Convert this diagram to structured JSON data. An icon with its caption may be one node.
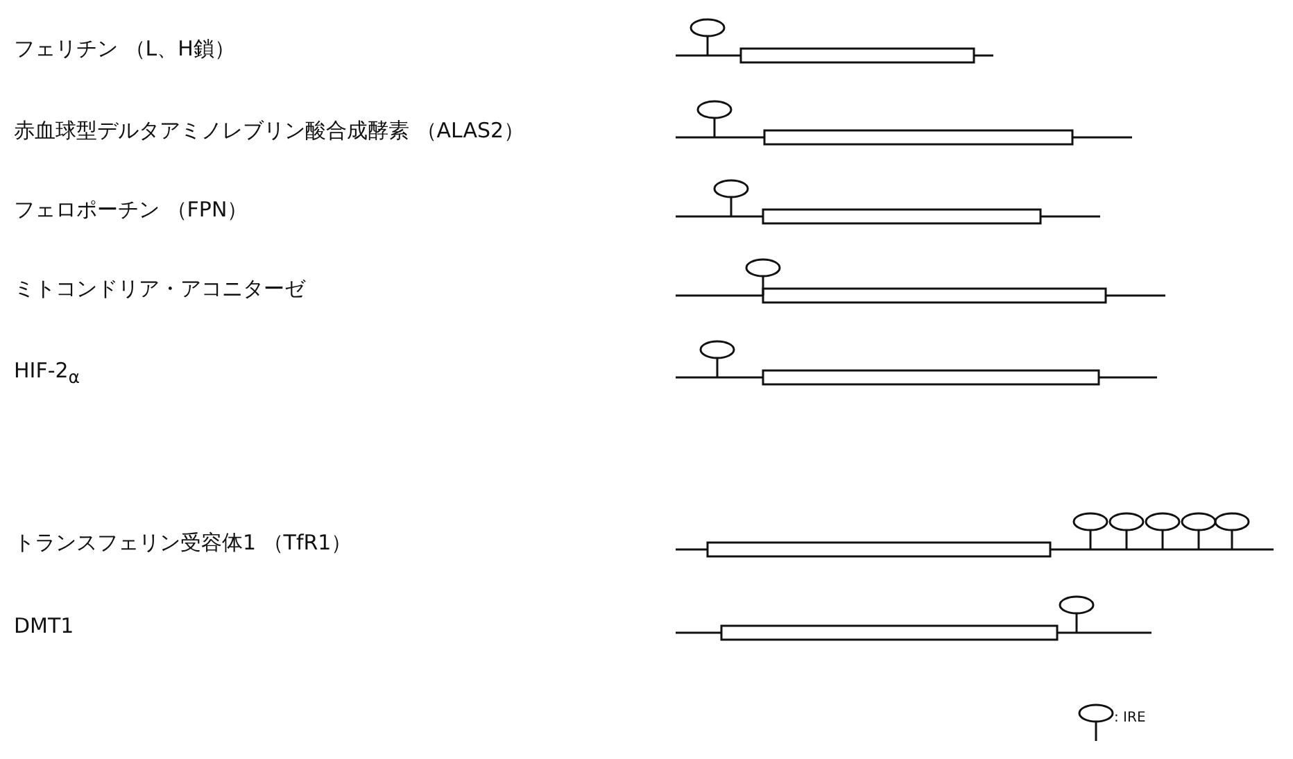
{
  "diagram": {
    "labels": [
      "フェリチン （L、H鎖）",
      "赤血球型デルタアミノレブリン酸合成酵素 （ALAS2）",
      "フェロポーチン （FPN）",
      "ミトコンドリア・アコニターゼ",
      "HIF-2$_{α}$",
      "トランスフェリン受容体1 （TfR1）",
      "DMT1"
    ],
    "legend": [
      {
        "text": ": IRE"
      }
    ]
  }
}
